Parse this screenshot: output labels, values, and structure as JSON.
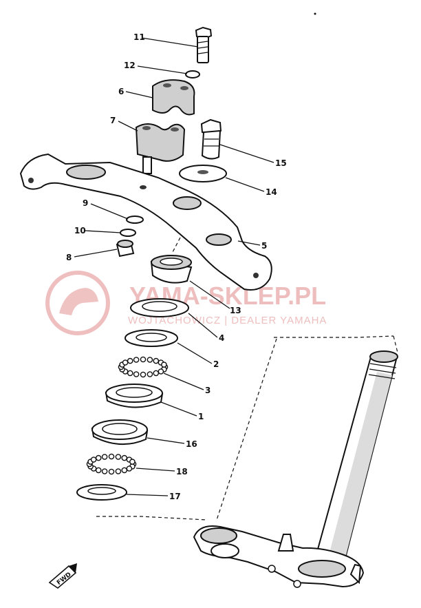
{
  "callouts": {
    "c1": "1",
    "c2": "2",
    "c3": "3",
    "c4": "4",
    "c5": "5",
    "c6": "6",
    "c7": "7",
    "c8": "8",
    "c9": "9",
    "c10": "10",
    "c11": "11",
    "c12": "12",
    "c13": "13",
    "c14": "14",
    "c15": "15",
    "c16": "16",
    "c17": "17",
    "c18": "18"
  },
  "watermark": {
    "title": "YAMA-SKLEP.PL",
    "subtitle": "WOJTACHOWICZ | DEALER YAMAHA",
    "color": "#e9a9a9"
  },
  "fwd_badge": "FWD"
}
